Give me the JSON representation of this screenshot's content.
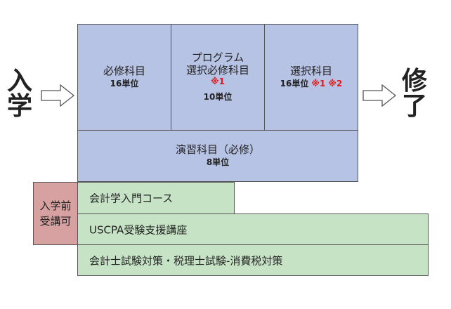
{
  "entry": {
    "char1": "入",
    "char2": "学"
  },
  "exit": {
    "char1": "修",
    "char2": "了"
  },
  "required": {
    "title": "必修科目",
    "credits": "16単位"
  },
  "programming": {
    "line1": "プログラム",
    "line2": "選択必修科目",
    "note": "※1",
    "credits": "10単位"
  },
  "elective": {
    "title": "選択科目",
    "credits": "16単位",
    "note1": "※1",
    "note2": "※2"
  },
  "seminar": {
    "title": "演習科目（必修）",
    "credits": "8単位"
  },
  "pre_admission": {
    "line1": "入学前",
    "line2": "受講可"
  },
  "courses": [
    {
      "label": "会計学入門コース"
    },
    {
      "label": "USCPA受験支援講座"
    },
    {
      "label": "会計士試験対策・税理士試験-消費税対策"
    }
  ],
  "colors": {
    "blue_box": "#b7c3e4",
    "green_box": "#c6e4c5",
    "pink_box": "#d7a1a1",
    "note_red": "#e01818"
  }
}
